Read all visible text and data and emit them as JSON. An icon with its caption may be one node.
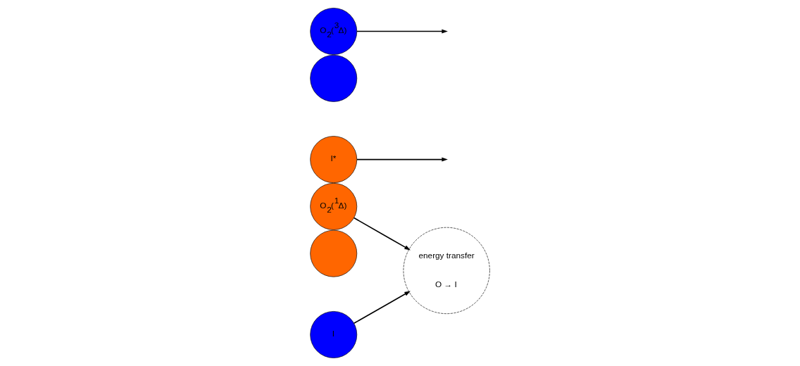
{
  "diagram": {
    "nodes": [
      {
        "text": [
          "O$_{2}$($^{1}$Δ)"
        ]
      },
      {
        "text": [],
        "shape": "circle"
      },
      {
        "text": [
          "I"
        ]
      },
      {
        "text": [
          "energy transfer",
          "O → I"
        ]
      },
      {
        "text": [
          "O$_{2}$($^{3}$Δ)"
        ]
      },
      {
        "text": [],
        "shape": "circle"
      },
      {
        "text": [
          "I*"
        ]
      }
    ],
    "edges": [
      {
        "from": 0,
        "to": 3,
        "arrow": "to"
      },
      {
        "from": 2,
        "to": 3,
        "arrow": "to"
      },
      {
        "from": 4,
        "to": null,
        "arrow": "to"
      },
      {
        "from": 6,
        "to": null,
        "arrow": "to"
      }
    ]
  }
}
